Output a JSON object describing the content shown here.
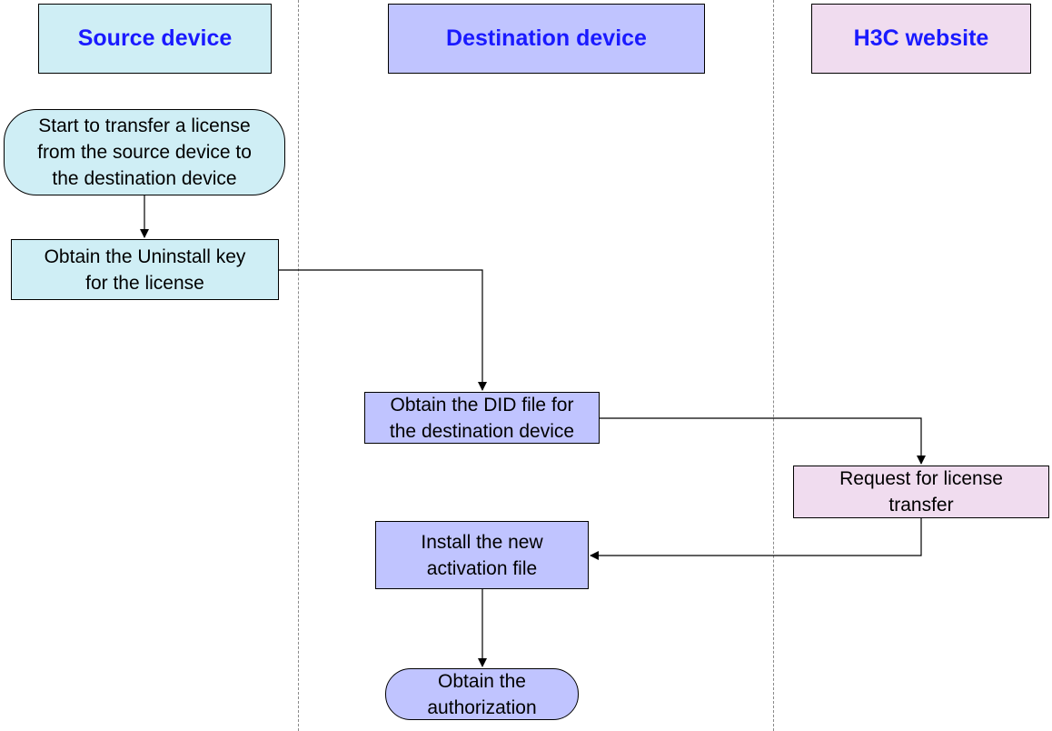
{
  "colors": {
    "source": "#cfeef5",
    "destination": "#c0c4ff",
    "website": "#f0dcef",
    "header_text": "#1a1aff",
    "divider": "#8a8a8a"
  },
  "lanes": {
    "source": "Source device",
    "destination": "Destination device",
    "website": "H3C website"
  },
  "nodes": {
    "start": "Start to transfer a license\nfrom the source device to\nthe destination device",
    "uninstall_key": "Obtain the Uninstall key\nfor the license",
    "did_file": "Obtain the DID file for\nthe destination device",
    "request_transfer": "Request for license\ntransfer",
    "install_activation": "Install the new\nactivation file",
    "authorization": "Obtain the\nauthorization"
  }
}
